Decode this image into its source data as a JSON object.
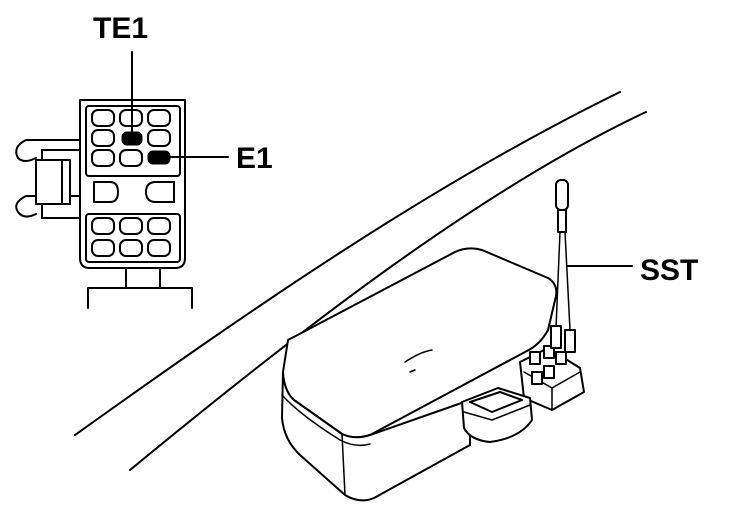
{
  "labels": {
    "te1": "TE1",
    "e1": "E1",
    "sst": "SST"
  },
  "colors": {
    "ink": "#000000",
    "paper": "#ffffff"
  }
}
